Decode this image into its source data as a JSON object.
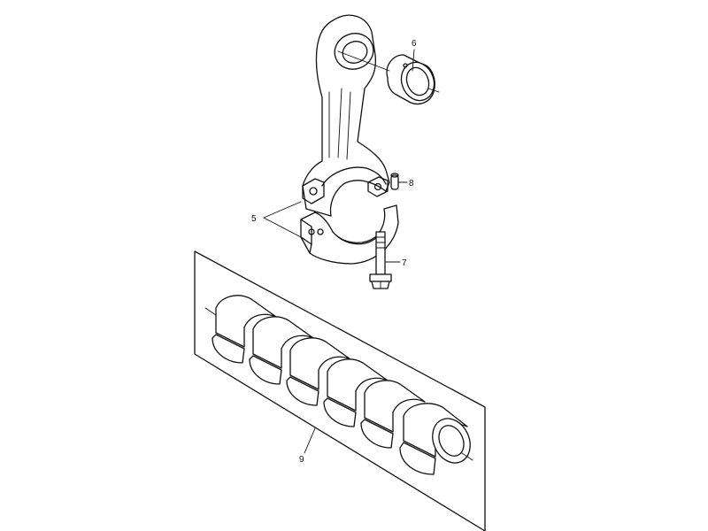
{
  "diagram": {
    "callouts": {
      "c5": "5",
      "c6": "6",
      "c7": "7",
      "c8": "8",
      "c9": "9"
    }
  }
}
